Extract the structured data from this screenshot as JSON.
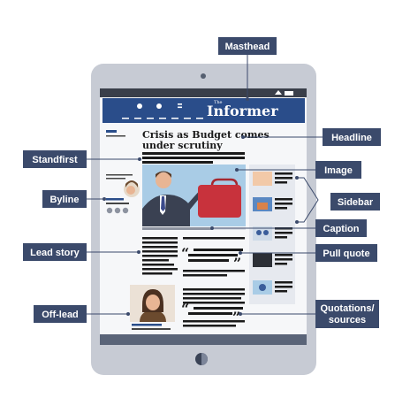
{
  "masthead": {
    "the_label": "The",
    "title": "Informer"
  },
  "headline": {
    "line1": "Crisis as Budget comes",
    "line2": "under scrutiny"
  },
  "quote_marks": {
    "open": "“",
    "close": "”"
  },
  "labels": {
    "masthead": "Masthead",
    "headline": "Headline",
    "standfirst": "Standfirst",
    "image": "Image",
    "byline": "Byline",
    "sidebar": "Sidebar",
    "caption": "Caption",
    "lead_story": "Lead story",
    "pull_quote": "Pull quote",
    "off_lead": "Off-lead",
    "quotations_line1": "Quotations/",
    "quotations_line2": "sources"
  },
  "colors": {
    "label_bg": "#3b4a6b",
    "tablet_frame": "#c7cbd4",
    "masthead_bg": "#2a4d8a",
    "accent_blue": "#2a4d8a",
    "bag_red": "#c8323c",
    "image_bg": "#a9cce6"
  },
  "icons": {
    "camera": "camera-icon",
    "home_button": "home-button-icon",
    "wifi": "wifi-icon",
    "battery": "battery-icon"
  }
}
